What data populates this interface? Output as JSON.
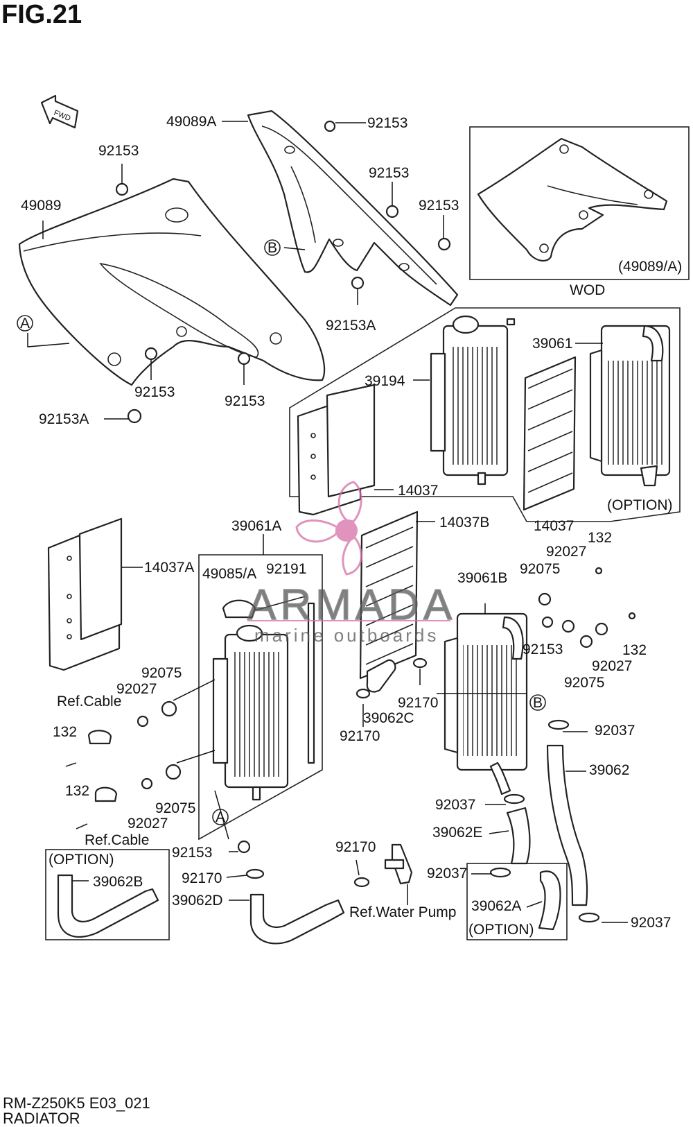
{
  "header": {
    "figure_title": "FIG.21",
    "fwd_label": "FWD"
  },
  "footer": {
    "model_code": "RM-Z250K5 E03_021",
    "section_name": "RADIATOR"
  },
  "watermark": {
    "brand": "ARMADA",
    "tagline": "marine outboards",
    "color": "#d66fa6"
  },
  "callouts": {
    "l_49089A": "49089A",
    "l_92153_a": "92153",
    "l_92153_b": "92153",
    "l_92153_c": "92153",
    "l_92153_d": "92153",
    "l_49089": "49089",
    "l_B_ref": "B",
    "l_92153A_a": "92153A",
    "l_A_ref": "A",
    "l_92153_e": "92153",
    "l_92153_f": "92153",
    "l_92153A_b": "92153A",
    "l_wod_label": "(49089/A)",
    "l_wod": "WOD",
    "l_39194": "39194",
    "l_39061": "39061",
    "l_14037_a": "14037",
    "l_14037_b": "14037",
    "l_option_1": "(OPTION)",
    "l_14037B": "14037B",
    "l_39061A": "39061A",
    "l_14037A": "14037A",
    "l_49085A": "49085/A",
    "l_92191": "92191",
    "l_132_a": "132",
    "l_92027_a": "92027",
    "l_92075_a": "92075",
    "l_39061B": "39061B",
    "l_92153_g": "92153",
    "l_132_b": "132",
    "l_92027_b": "92027",
    "l_92075_b": "92075",
    "l_B_ref2": "B",
    "l_92037_a": "92037",
    "l_39062": "39062",
    "l_92075_c": "92075",
    "l_92027_c": "92027",
    "l_refcable_a": "Ref.Cable",
    "l_132_c": "132",
    "l_132_d": "132",
    "l_92027_d": "92027",
    "l_92075_d": "92075",
    "l_refcable_b": "Ref.Cable",
    "l_A_ref2": "A",
    "l_92170_a": "92170",
    "l_39062C": "39062C",
    "l_92170_b": "92170",
    "l_92153_h": "92153",
    "l_92170_c": "92170",
    "l_39062D": "39062D",
    "l_option_2": "(OPTION)",
    "l_39062B": "39062B",
    "l_92170_d": "92170",
    "l_refwaterpump": "Ref.Water Pump",
    "l_92037_b": "92037",
    "l_39062E": "39062E",
    "l_92037_c": "92037",
    "l_39062A": "39062A",
    "l_option_3": "(OPTION)",
    "l_92037_d": "92037"
  }
}
